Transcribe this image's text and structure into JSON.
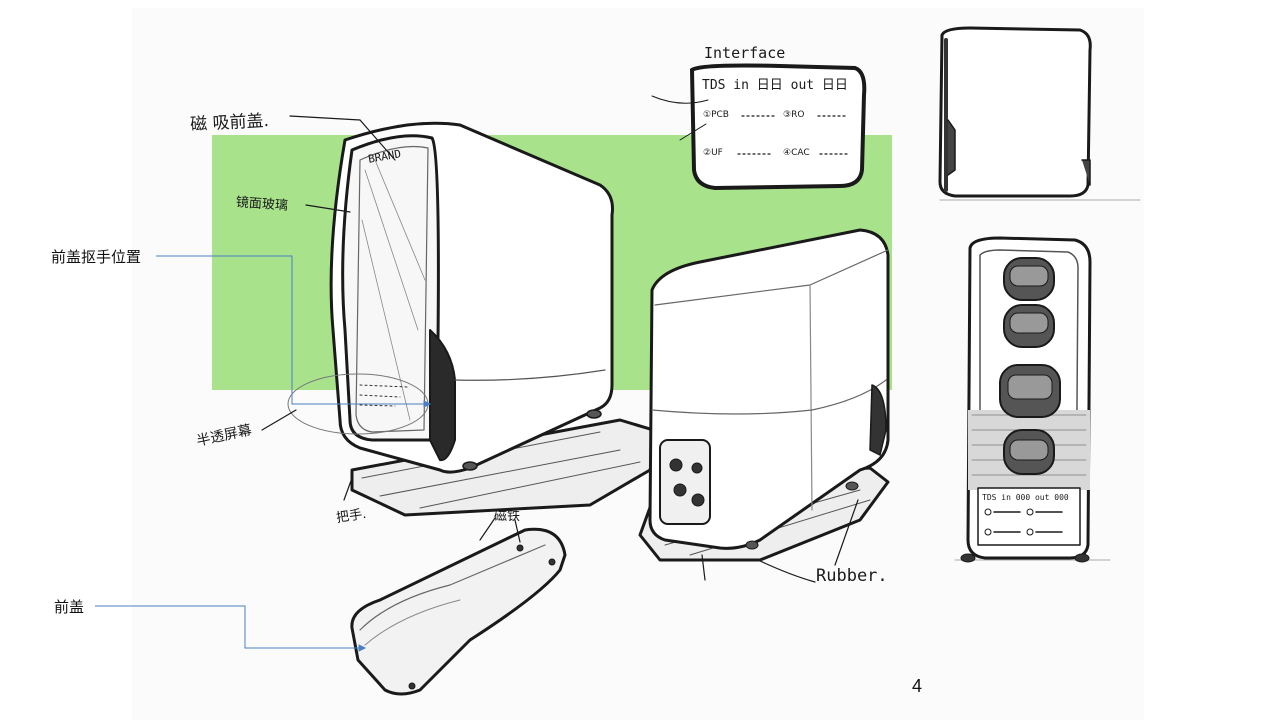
{
  "callouts": {
    "front_cover_handle": "前盖抠手位置",
    "front_cover": "前盖"
  },
  "sketch_notes": {
    "magnetic_front_cover": "磁 吸前盖.",
    "mirror_glass": "镜面玻璃",
    "light_transmitting_area": "半透屏幕",
    "handle": "把手.",
    "magnet": "磁铁",
    "rubber": "Rubber.",
    "brand": "BRAND",
    "interface_title": "Interface",
    "screen_header": "TDS  in 日日 out 日日",
    "filter_1": "①PCB",
    "filter_2": "②UF",
    "filter_3": "③RO",
    "filter_4": "④CAC",
    "small_tds": "TDS in 000 out 000"
  },
  "page_number": "4",
  "colors": {
    "green_panel": "#a8e38c",
    "callout_line": "#4a7fc1",
    "ink": "#1a1a1a"
  }
}
